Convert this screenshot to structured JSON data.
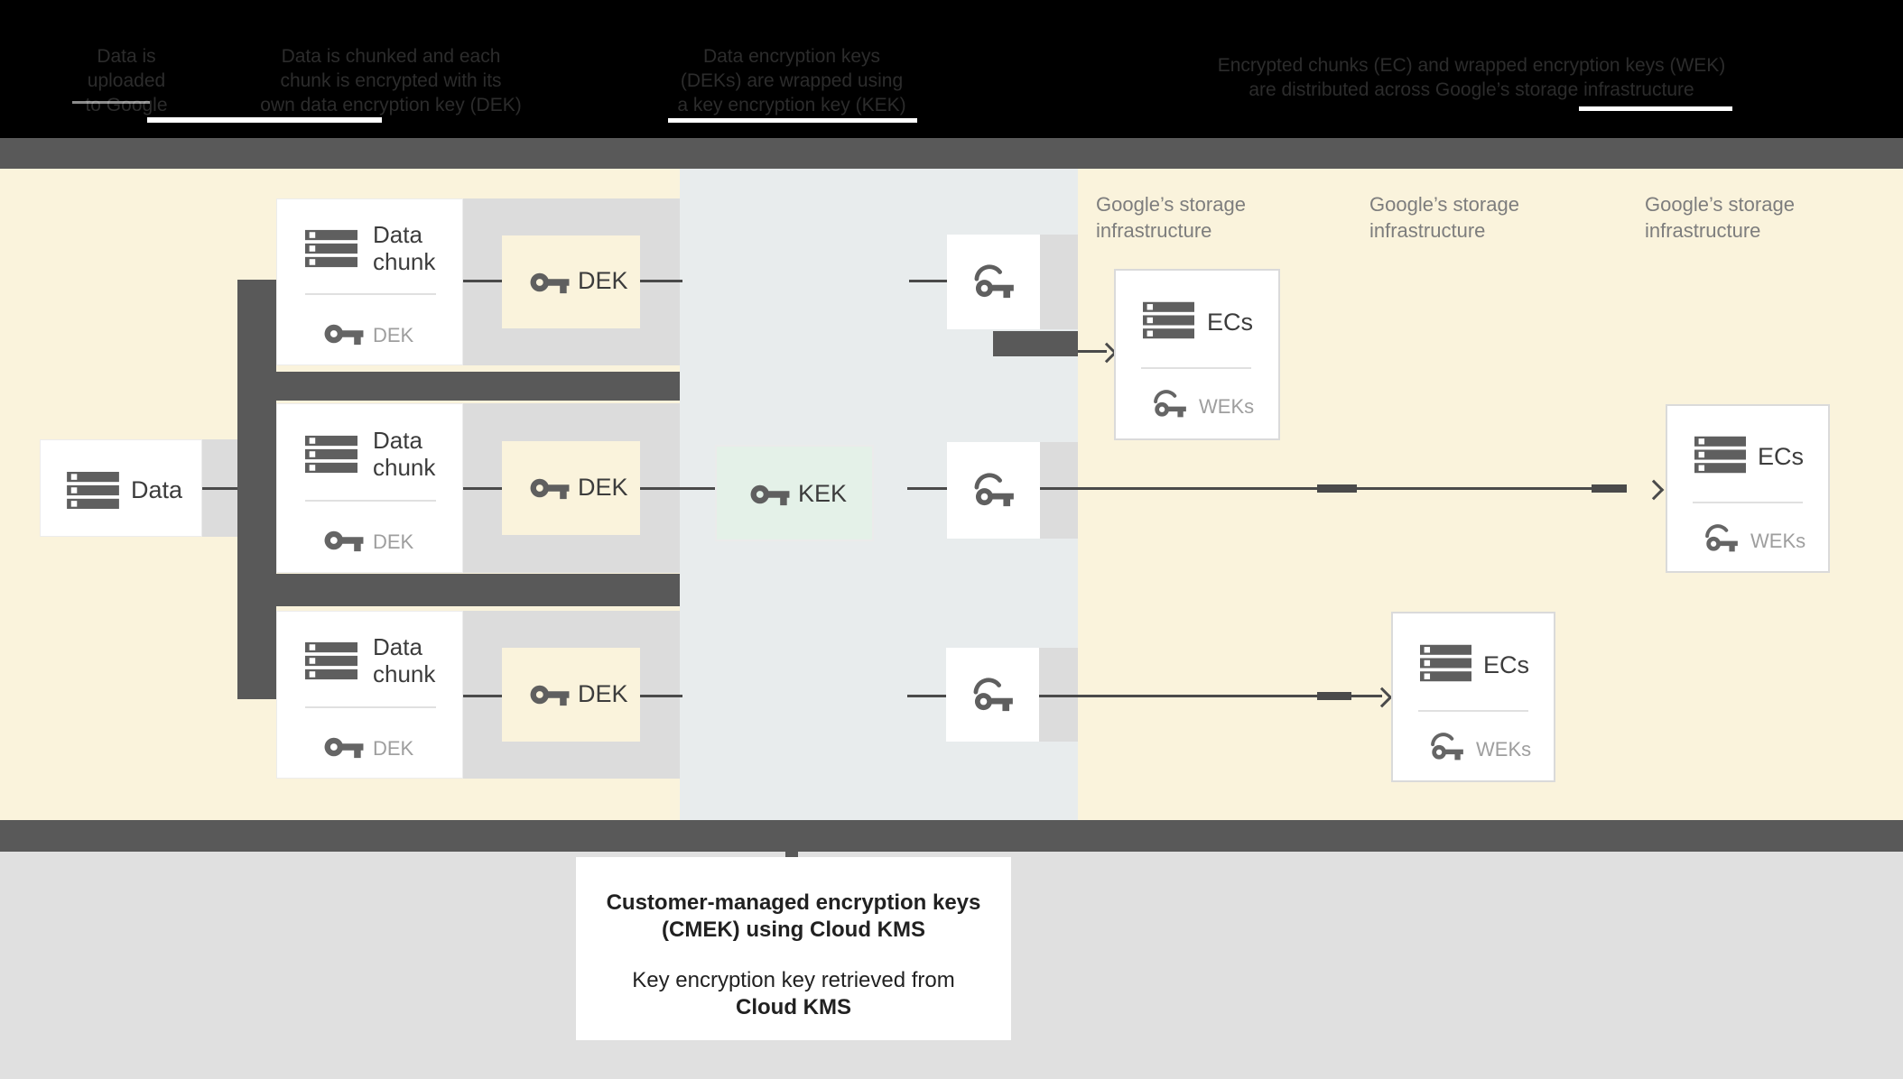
{
  "header": {
    "steps": [
      {
        "line1": "Data is",
        "line2": "uploaded",
        "line3": "to Google"
      },
      {
        "line1": "Data is chunked and each",
        "line2": "chunk is encrypted with its",
        "line3": "own data encryption key (DEK)"
      },
      {
        "line1": "Data encryption keys",
        "line2": "(DEKs) are wrapped using",
        "line3": "a key encryption key (KEK)"
      },
      {
        "line1": "Encrypted chunks (EC) and wrapped encryption keys (WEK)",
        "line2": "are distributed across Google’s storage infrastructure"
      }
    ]
  },
  "diagram": {
    "data_card": {
      "label": "Data"
    },
    "chunk_cards": [
      {
        "line1": "Data",
        "line2": "chunk",
        "sub_label": "DEK"
      },
      {
        "line1": "Data",
        "line2": "chunk",
        "sub_label": "DEK"
      },
      {
        "line1": "Data",
        "line2": "chunk",
        "sub_label": "DEK"
      }
    ],
    "dek_boxes": [
      {
        "label": "DEK"
      },
      {
        "label": "DEK"
      },
      {
        "label": "DEK"
      }
    ],
    "kek_box": {
      "label": "KEK"
    },
    "storage_labels": [
      {
        "line1": "Google’s storage",
        "line2": "infrastructure"
      },
      {
        "line1": "Google’s storage",
        "line2": "infrastructure"
      },
      {
        "line1": "Google’s storage",
        "line2": "infrastructure"
      }
    ],
    "ec_cards": [
      {
        "label": "ECs",
        "sub_label": "WEKs"
      },
      {
        "label": "ECs",
        "sub_label": "WEKs"
      },
      {
        "label": "ECs",
        "sub_label": "WEKs"
      }
    ]
  },
  "footer": {
    "line1": "Customer-managed encryption keys",
    "line2": "(CMEK) using Cloud KMS",
    "line3": "Key encryption key retrieved from",
    "line4": "Cloud KMS"
  },
  "colors": {
    "header_bg": "#000000",
    "header_text": "#2c2c2c",
    "bar_gray": "#595959",
    "zone_yellow": "#faf3dc",
    "zone_bluegray": "#e8eced",
    "connector_band": "#dcdcdc",
    "kek_fill": "#e4f1e8",
    "line": "#4a4a4a",
    "label_dark": "#3c3c3c",
    "label_gray": "#9e9e9e",
    "storage_label": "#7d7d7d",
    "footer_bg": "#e0e0e0"
  }
}
